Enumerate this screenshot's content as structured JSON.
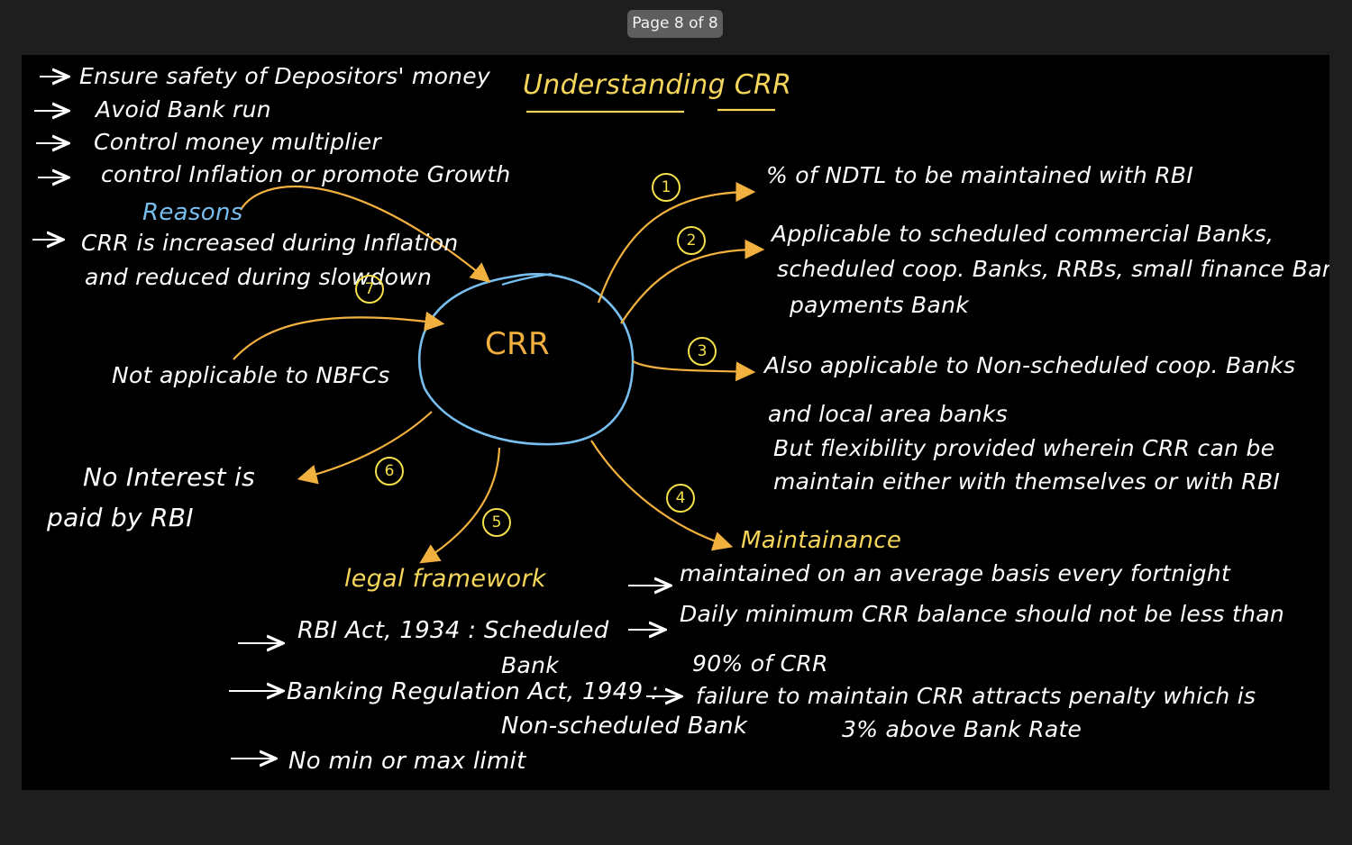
{
  "viewer": {
    "page_indicator": "Page 8 of 8"
  },
  "title": "Understanding CRR",
  "center": "CRR",
  "purposes": [
    "Ensure safety of Depositors' money",
    "Avoid Bank run",
    "Control money multiplier",
    "control Inflation or promote Growth"
  ],
  "reasons": {
    "heading": "Reasons",
    "lines": [
      "CRR is increased during Inflation",
      "and reduced during slowdown"
    ]
  },
  "numbers": [
    "1",
    "2",
    "3",
    "4",
    "5",
    "6",
    "7"
  ],
  "point1": [
    "% of NDTL to be maintained with RBI"
  ],
  "point2": [
    "Applicable to scheduled commercial Banks,",
    "scheduled coop. Banks, RRBs, small finance Banks",
    "payments Bank"
  ],
  "point3": [
    "Also applicable to Non-scheduled coop. Banks",
    "and local area banks",
    "But flexibility provided wherein CRR can be",
    "maintain either with themselves or with RBI"
  ],
  "maintenance": {
    "heading": "Maintainance",
    "lines": [
      "maintained on an average basis every fortnight",
      "Daily minimum CRR balance should not be less than",
      "90% of CRR",
      "failure to maintain CRR attracts penalty which is",
      "3% above Bank Rate"
    ]
  },
  "legal": {
    "heading": "legal framework",
    "lines": [
      "RBI Act, 1934 : Scheduled",
      "Bank",
      "Banking Regulation Act, 1949 :",
      "Non-scheduled Bank",
      "No min or max limit"
    ]
  },
  "no_interest": [
    "No Interest is",
    "paid by RBI"
  ],
  "nbfc": "Not applicable to NBFCs"
}
